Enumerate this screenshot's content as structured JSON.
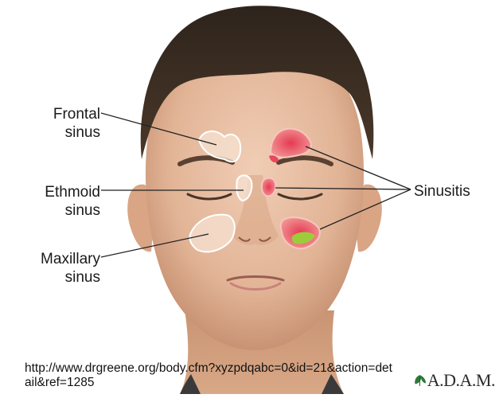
{
  "labels": {
    "frontal": [
      "Frontal",
      "sinus"
    ],
    "ethmoid": [
      "Ethmoid",
      "sinus"
    ],
    "maxillary": [
      "Maxillary",
      "sinus"
    ],
    "sinusitis": "Sinusitis"
  },
  "caption": "http://www.drgreene.org/body.cfm?xyzpdqabc=0&id=21&action=detail&ref=1285",
  "brand": {
    "name": "A.D.A.M.",
    "logo_icon": "adam-leaf-icon"
  },
  "colors": {
    "inflamed": "#e8485c",
    "inflamed_light": "#f5a6a4",
    "infection": "#9ccc3c",
    "normal_sinus": "#f6e2d2",
    "skin": "#e6bfa5",
    "hair": "#3a2c22"
  }
}
